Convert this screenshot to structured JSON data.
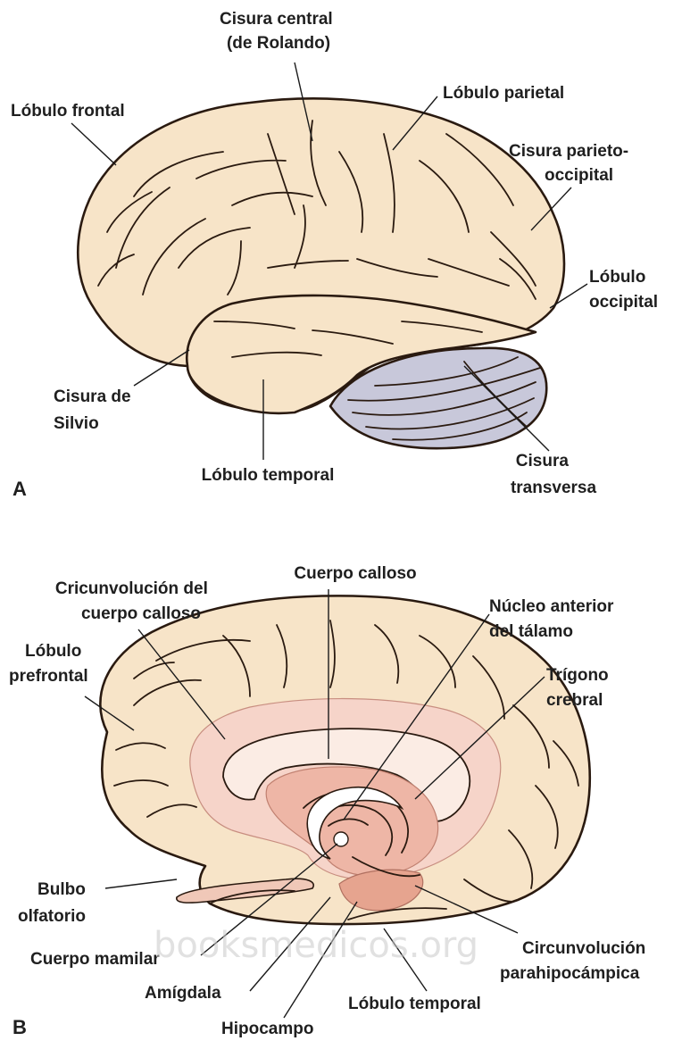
{
  "panel_a": {
    "letter": "A",
    "labels": {
      "central_sulcus": [
        "Cisura central",
        "(de Rolando)"
      ],
      "frontal_lobe": [
        "Lóbulo frontal"
      ],
      "parietal_lobe": [
        "Lóbulo parietal"
      ],
      "parieto_occipital_sulcus": [
        "Cisura parieto-",
        "occipital"
      ],
      "occipital_lobe": [
        "Lóbulo",
        "occipital"
      ],
      "sylvian_fissure": [
        "Cisura de",
        "Silvio"
      ],
      "temporal_lobe": [
        "Lóbulo temporal"
      ],
      "transverse_fissure": [
        "Cisura",
        "transversa"
      ]
    }
  },
  "panel_b": {
    "letter": "B",
    "labels": {
      "corpus_callosum": [
        "Cuerpo calloso"
      ],
      "cingulate_gyrus": [
        "Cricunvolución del",
        "cuerpo calloso"
      ],
      "anterior_thalamic_nucleus": [
        "Núcleo anterior",
        "del tálamo"
      ],
      "prefrontal_lobe": [
        "Lóbulo",
        "prefrontal"
      ],
      "fornix": [
        "Trígono",
        "crebral"
      ],
      "olfactory_bulb": [
        "Bulbo",
        "olfatorio"
      ],
      "mammillary_body": [
        "Cuerpo mamilar"
      ],
      "parahippocampal_gyrus": [
        "Circunvolución",
        "parahipocámpica"
      ],
      "amygdala": [
        "Amígdala"
      ],
      "temporal_lobe": [
        "Lóbulo temporal"
      ],
      "hippocampus": [
        "Hipocampo"
      ]
    }
  },
  "watermark": "booksmedicos.org",
  "colors": {
    "cortex": "#f7e4c8",
    "cerebellum": "#c8c8da",
    "limbic_outer": "#f6d4c9",
    "limbic_inner": "#eeb6a6",
    "limbic_core": "#e6a48f",
    "outline": "#2a1a10"
  }
}
